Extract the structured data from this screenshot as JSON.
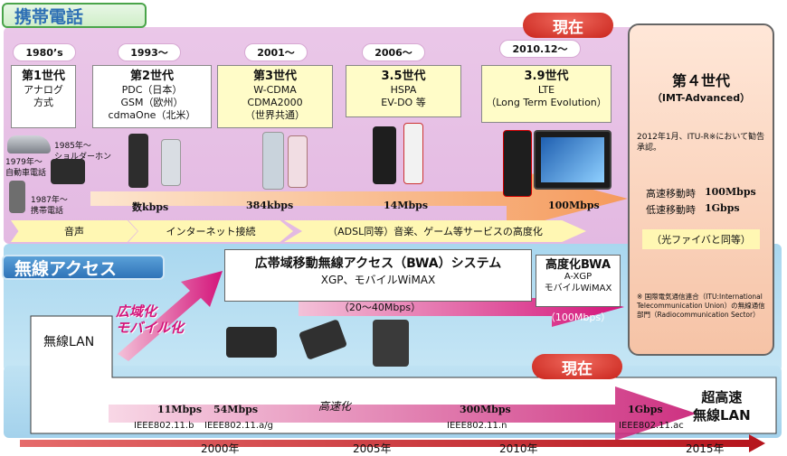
{
  "mobile": {
    "section_title": "携帯電話",
    "current_label": "現在",
    "years": [
      "1980’s",
      "1993〜",
      "2001〜",
      "2006〜",
      "2010.12〜"
    ],
    "generations": [
      {
        "title": "第1世代",
        "lines": [
          "アナログ",
          "方式"
        ]
      },
      {
        "title": "第2世代",
        "lines": [
          "PDC（日本）",
          "GSM（欧州）",
          "cdmaOne（北米）"
        ]
      },
      {
        "title": "第3世代",
        "lines": [
          "W-CDMA",
          "CDMA2000",
          "（世界共通）"
        ]
      },
      {
        "title": "3.5世代",
        "lines": [
          "HSPA",
          "EV-DO 等"
        ]
      },
      {
        "title": "3.9世代",
        "lines": [
          "LTE",
          "（Long Term Evolution）"
        ]
      }
    ],
    "device_notes": [
      "1985年〜",
      "ショルダーホン",
      "1979年〜",
      "自動車電話",
      "1987年〜",
      "携帯電話"
    ],
    "speeds": [
      "数kbps",
      "384kbps",
      "14Mbps",
      "100Mbps"
    ],
    "services": [
      "音声",
      "インターネット接続",
      "（ADSL同等）音楽、ゲーム等サービスの高度化"
    ]
  },
  "gen4": {
    "title": "第４世代",
    "subtitle": "（IMT-Advanced）",
    "note": "2012年1月、ITU-R※において勧告承認。",
    "speed_moving_label": "高速移動時",
    "speed_moving_value": "100Mbps",
    "speed_slow_label": "低速移動時",
    "speed_slow_value": "1Gbps",
    "optical": "（光ファイバと同等）",
    "footnote": "※ 国際電気通信連合（ITU:International Telecommunication Union）の無線通信部門（Radiocommunication Sector）"
  },
  "wireless": {
    "section_title": "無線アクセス",
    "bwa_title": "広帯域移動無線アクセス（BWA）システム",
    "bwa_sub": "XGP、モバイルWiMAX",
    "bwa_speed": "（20〜40Mbps）",
    "adv_title": "高度化BWA",
    "adv_lines": [
      "A-XGP",
      "モバイルWiMAX"
    ],
    "adv_speed": "（100Mbps）",
    "lan_label": "無線LAN",
    "expand_label_1": "広域化",
    "expand_label_2": "モバイル化",
    "current_label": "現在"
  },
  "lan": {
    "speed_up_label": "高速化",
    "speeds": [
      "11Mbps",
      "54Mbps",
      "300Mbps",
      "1Gbps"
    ],
    "standards": [
      "IEEE802.11.b",
      "IEEE802.11.a/g",
      "IEEE802.11.n",
      "IEEE802.11.ac"
    ],
    "ultra_label_1": "超高速",
    "ultra_label_2": "無線LAN"
  },
  "timeline": {
    "years": [
      "2000年",
      "2005年",
      "2010年",
      "2015年"
    ]
  },
  "colors": {
    "arrow_orange": "#f7b27a",
    "arrow_magenta": "#d4147a",
    "current_red": "#d2291f",
    "timeline_red": "#c0141c"
  }
}
